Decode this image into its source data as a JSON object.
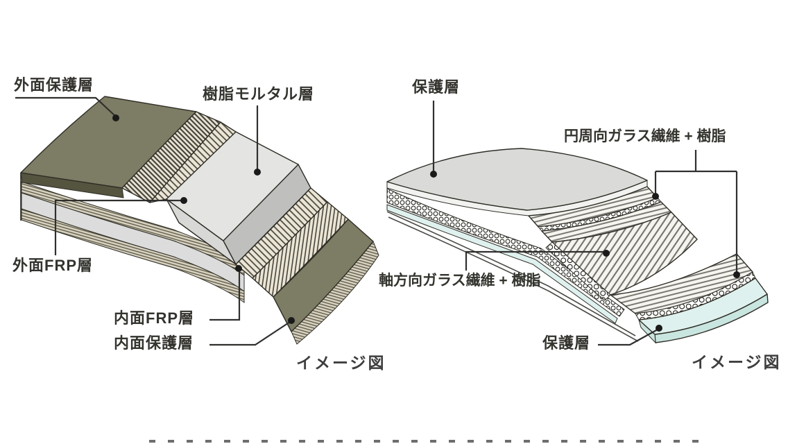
{
  "left_diagram": {
    "caption": "イメージ図",
    "labels": {
      "outer_protective": "外面保護層",
      "resin_mortar": "樹脂モルタル層",
      "outer_frp": "外面FRP層",
      "inner_frp": "内面FRP層",
      "inner_protective": "内面保護層"
    }
  },
  "right_diagram": {
    "caption": "イメージ図",
    "labels": {
      "protective_top": "保護層",
      "hoop_fiber": "円周向ガラス繊維 + 樹脂",
      "axial_fiber": "軸方向ガラス繊維 + 樹脂",
      "protective_bottom": "保護層"
    }
  },
  "colors": {
    "white": "#ffffff",
    "olive": "#7d7c64",
    "olive_dark": "#55543f",
    "hatch_bg": "#ebe5d5",
    "hatch_line": "#45433a",
    "block_top": "#e4e4e2",
    "block_front": "#d8d8d6",
    "block_side": "#bfbfbd",
    "laminate_bg": "#d8d2c2",
    "laminate_line": "#57543f",
    "laminate_gray": "#dcdcdc",
    "plate_gray": "#dadad8",
    "stripe_bg": "#f6f4ee",
    "stripe_line": "#75736e",
    "cyan": "#dff1ee",
    "cyan_dark": "#c9e5e0",
    "outline": "#2e2d26",
    "leader": "#2f2f2d",
    "dot": "#1a1a1a",
    "label": "#34332e"
  }
}
